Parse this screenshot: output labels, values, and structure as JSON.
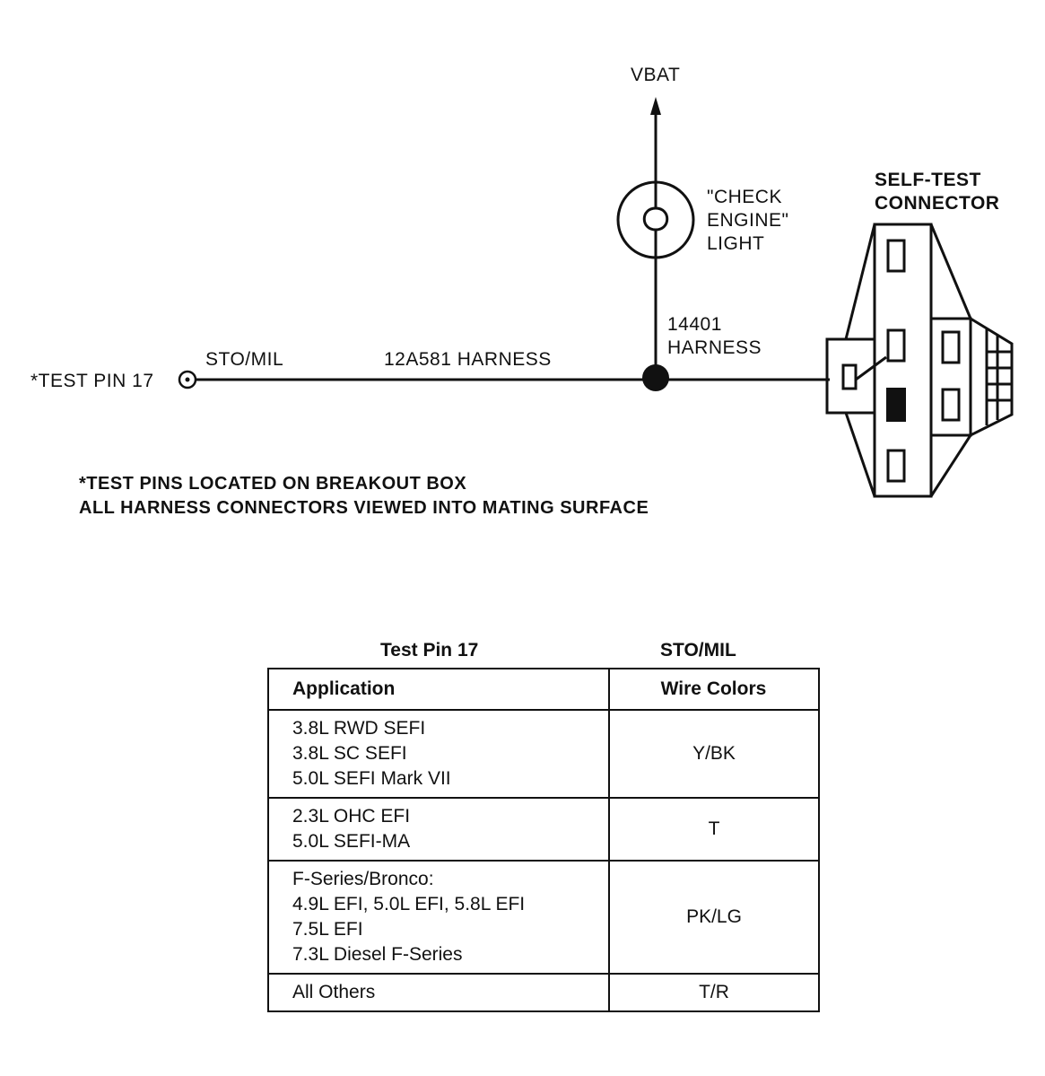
{
  "diagram": {
    "vbat": "VBAT",
    "lamp_label": [
      "\"CHECK",
      "ENGINE\"",
      "LIGHT"
    ],
    "connector_title": [
      "SELF-TEST",
      "CONNECTOR"
    ],
    "harness_14401": [
      "14401",
      "HARNESS"
    ],
    "sto_mil": "STO/MIL",
    "harness_12a581": "12A581 HARNESS",
    "test_pin": "*TEST PIN 17",
    "notes": [
      "*TEST PINS LOCATED ON BREAKOUT BOX",
      "ALL HARNESS CONNECTORS VIEWED INTO MATING SURFACE"
    ]
  },
  "table": {
    "caption_left": "Test Pin 17",
    "caption_right": "STO/MIL",
    "headers": [
      "Application",
      "Wire Colors"
    ],
    "rows": [
      {
        "application": [
          "3.8L RWD SEFI",
          "3.8L SC SEFI",
          "5.0L SEFI Mark VII"
        ],
        "color": "Y/BK"
      },
      {
        "application": [
          "2.3L OHC EFI",
          "5.0L SEFI-MA"
        ],
        "color": "T"
      },
      {
        "application": [
          "F-Series/Bronco:",
          "4.9L EFI, 5.0L EFI, 5.8L EFI",
          "7.5L EFI",
          "7.3L Diesel F-Series"
        ],
        "color": "PK/LG"
      },
      {
        "application": [
          "All Others"
        ],
        "color": "T/R"
      }
    ]
  }
}
